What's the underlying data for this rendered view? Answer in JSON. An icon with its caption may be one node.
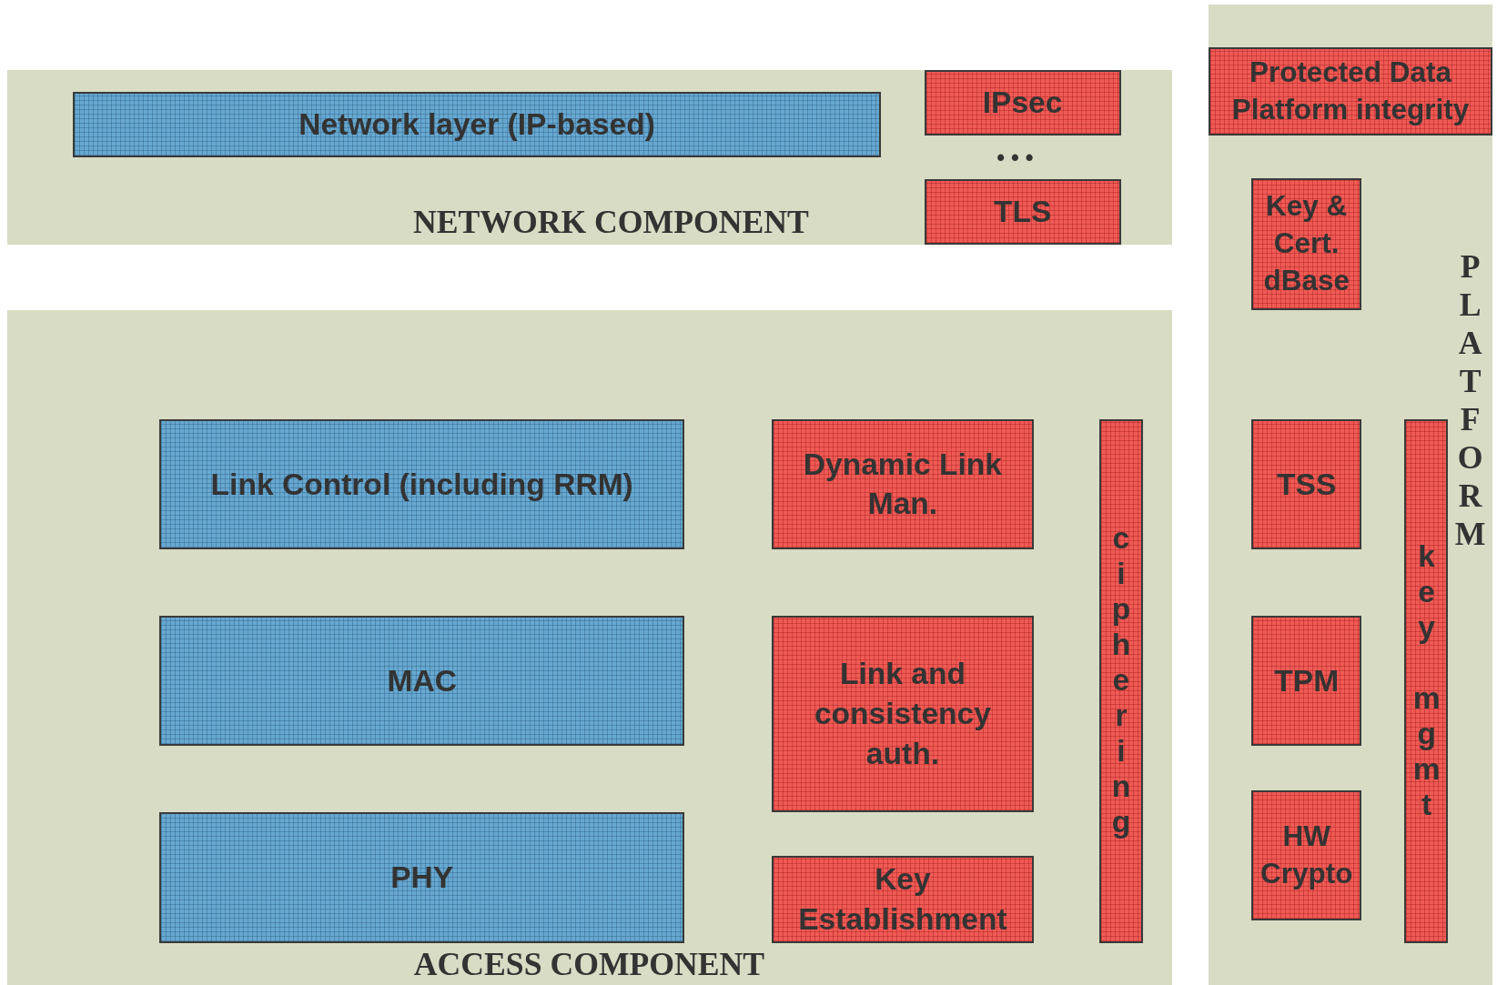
{
  "diagram": {
    "nodes": [
      {
        "text": [
          "NETWORK COMPONENT"
        ]
      },
      {
        "text": [
          "Network layer (IP-based)"
        ],
        "in": 0
      },
      {
        "text": [
          "IPsec"
        ],
        "in": 0
      },
      {
        "text": [
          "TLS"
        ],
        "in": 0
      },
      {
        "text": [
          "ACCESS COMPONENT"
        ]
      },
      {
        "text": [
          "Link Control (including RRM)"
        ],
        "in": 4
      },
      {
        "text": [
          "MAC"
        ],
        "in": 4
      },
      {
        "text": [
          "PHY"
        ],
        "in": 4
      },
      {
        "text": [
          "Dynamic Link Man."
        ],
        "in": 4
      },
      {
        "text": [
          "Link and consistency auth."
        ],
        "in": 4
      },
      {
        "text": [
          "Key Establishment"
        ],
        "in": 4
      },
      {
        "text": [
          "ciphering"
        ],
        "in": 4
      },
      {
        "text": [
          "PLATFORM"
        ]
      },
      {
        "text": [
          "Protected Data Platform integrity"
        ],
        "in": 12
      },
      {
        "text": [
          "Key & Cert. dBase"
        ],
        "in": 12
      },
      {
        "text": [
          "TSS"
        ],
        "in": 12
      },
      {
        "text": [
          "TPM"
        ],
        "in": 12
      },
      {
        "text": [
          "HW Crypto"
        ],
        "in": 12
      },
      {
        "text": [
          "key mgmt"
        ],
        "in": 12
      }
    ],
    "edges": [],
    "labels": [
      "• • •"
    ]
  }
}
